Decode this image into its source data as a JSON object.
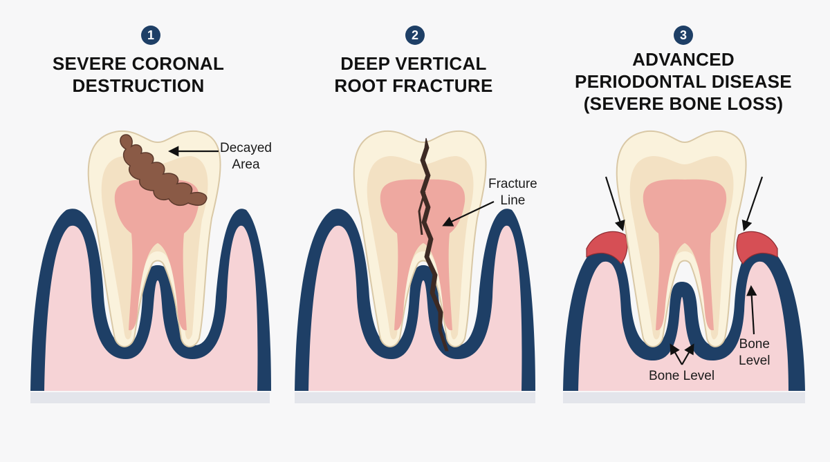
{
  "panels": [
    {
      "number": "1",
      "title_lines": [
        "SEVERE CORONAL",
        "DESTRUCTION"
      ],
      "labels": [
        {
          "lines": [
            "Decayed",
            "Area"
          ]
        }
      ]
    },
    {
      "number": "2",
      "title_lines": [
        "DEEP VERTICAL",
        "ROOT FRACTURE"
      ],
      "labels": [
        {
          "lines": [
            "Fracture",
            "Line"
          ]
        }
      ]
    },
    {
      "number": "3",
      "title_lines": [
        "ADVANCED",
        "PERIODONTAL DISEASE",
        "(SEVERE BONE LOSS)"
      ],
      "labels": [
        {
          "lines": [
            "Bone",
            "Level"
          ]
        },
        {
          "lines": [
            "Bone Level"
          ]
        }
      ]
    }
  ],
  "colors": {
    "bone": "#1e3f66",
    "gum": "#f6d3d6",
    "enamel": "#faf2dc",
    "dentin": "#f3e1c3",
    "pulp": "#eea8a0",
    "decay": "#8a5a46",
    "fracture": "#3d2a24",
    "inflamed_gum": "#d64f55",
    "badge": "#1e3f66",
    "base_strip": "#e3e5eb"
  }
}
